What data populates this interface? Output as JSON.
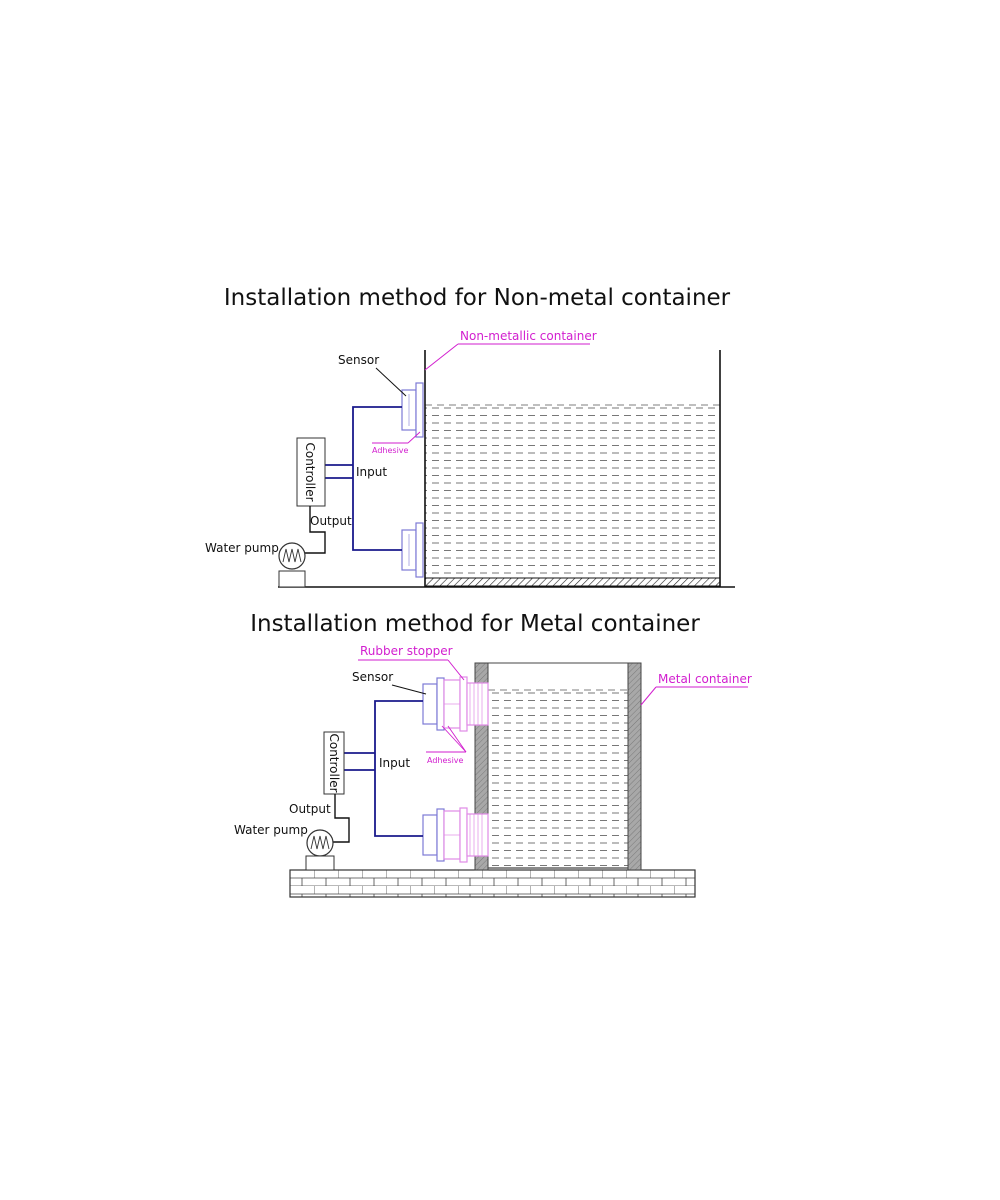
{
  "colors": {
    "wire": "#1a1a8c",
    "callout": "#d21ecf",
    "sensor": "#7d7ad6",
    "stopper": "#e08ae6",
    "line": "#111111",
    "wall": "#9a9a9a",
    "water": "#555555"
  },
  "nonmetal": {
    "title": "Installation method for Non-metal container",
    "container_label": "Non-metallic container",
    "sensor_label": "Sensor",
    "adhesive_label": "Adhesive",
    "controller_label": "Controller",
    "input_label": "Input",
    "output_label": "Output",
    "pump_label": "Water pump"
  },
  "metal": {
    "title": "Installation method for Metal container",
    "stopper_label": "Rubber stopper",
    "container_label": "Metal container",
    "sensor_label": "Sensor",
    "adhesive_label": "Adhesive",
    "controller_label": "Controller",
    "input_label": "Input",
    "output_label": "Output",
    "pump_label": "Water pump"
  },
  "icons": [
    "pump-icon",
    "sensor-icon",
    "controller-icon",
    "brick-ground-icon"
  ]
}
